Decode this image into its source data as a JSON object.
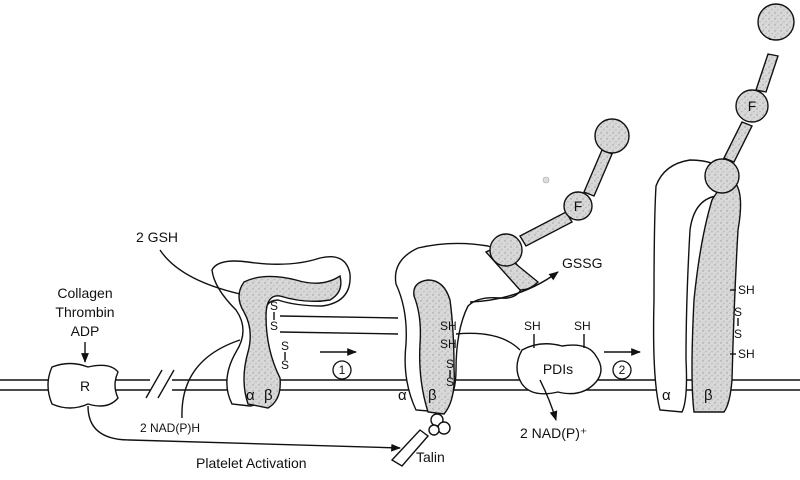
{
  "labels": {
    "collagen": "Collagen",
    "thrombin": "Thrombin",
    "adp": "ADP",
    "receptor": "R",
    "gsh": "2 GSH",
    "gssg": "GSSG",
    "nadph": "2 NAD(P)H",
    "nadp": "2 NAD(P)⁺",
    "platelet_activation": "Platelet Activation",
    "talin": "Talin",
    "pdis": "PDIs",
    "fibrinogen": "F",
    "step1": "1",
    "step2": "2",
    "alpha": "α",
    "beta": "β",
    "s": "S",
    "sh": "SH"
  },
  "colors": {
    "line": "#111111",
    "stipple_fill": "#d8d8d8",
    "background": "#ffffff"
  }
}
